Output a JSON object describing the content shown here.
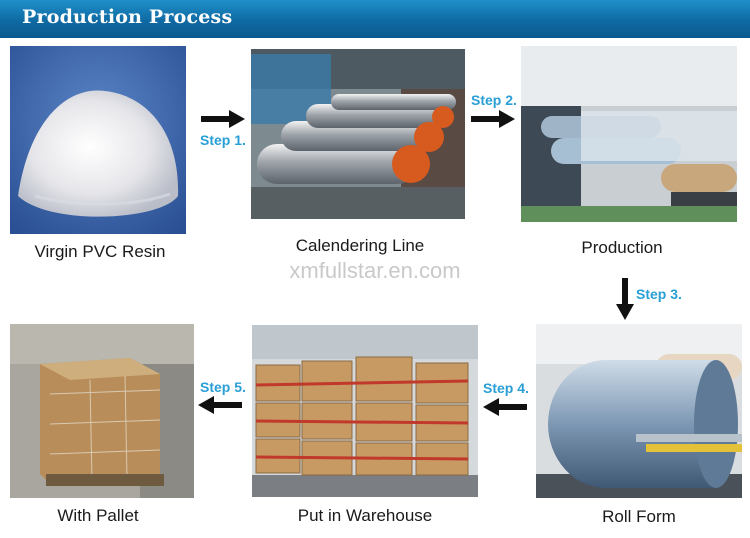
{
  "header": {
    "title": "Production Process"
  },
  "watermark": "xmfullstar.en.com",
  "stages": [
    {
      "caption": "Virgin PVC Resin"
    },
    {
      "caption": "Calendering Line"
    },
    {
      "caption": "Production"
    },
    {
      "caption": "Roll Form"
    },
    {
      "caption": "Put in Warehouse"
    },
    {
      "caption": "With Pallet"
    }
  ],
  "steps": [
    {
      "label": "Step 1."
    },
    {
      "label": "Step 2."
    },
    {
      "label": "Step 3."
    },
    {
      "label": "Step 4."
    },
    {
      "label": "Step 5."
    }
  ],
  "colors": {
    "header_bg": "#0f6aa3",
    "step_text": "#2a9fd6",
    "arrow": "#111111"
  }
}
